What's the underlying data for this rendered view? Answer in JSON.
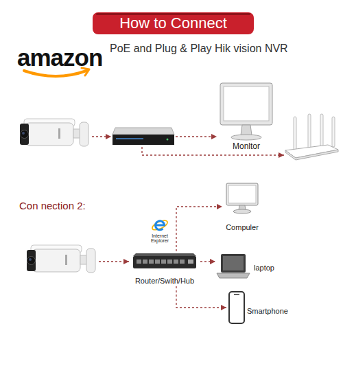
{
  "diagram": {
    "title": "How to Connect",
    "nodes": [
      {
        "text": []
      },
      {
        "text": []
      },
      {
        "text": [
          "Monltor"
        ]
      },
      {
        "text": []
      },
      {
        "text": []
      },
      {
        "text": [
          "Router/Swith/Hub"
        ]
      },
      {
        "text": [
          "Compuler"
        ]
      },
      {
        "text": [
          "laptop"
        ]
      },
      {
        "text": [
          "Smartphone"
        ]
      }
    ],
    "edges": [
      {
        "from": 0,
        "to": 1,
        "arrow": "to"
      },
      {
        "from": 1,
        "to": 2,
        "arrow": "to"
      },
      {
        "from": 1,
        "to": 3,
        "arrow": "to"
      },
      {
        "from": 4,
        "to": 5,
        "arrow": "to"
      },
      {
        "from": 5,
        "to": 6,
        "arrow": "to"
      },
      {
        "from": 5,
        "to": 7,
        "arrow": "to"
      },
      {
        "from": 5,
        "to": 8,
        "arrow": "to"
      }
    ],
    "labels": [
      "amazon",
      "PoE and Plug & Play Hik vision NVR",
      "Con nection 2:",
      "Internet Explorer"
    ]
  }
}
